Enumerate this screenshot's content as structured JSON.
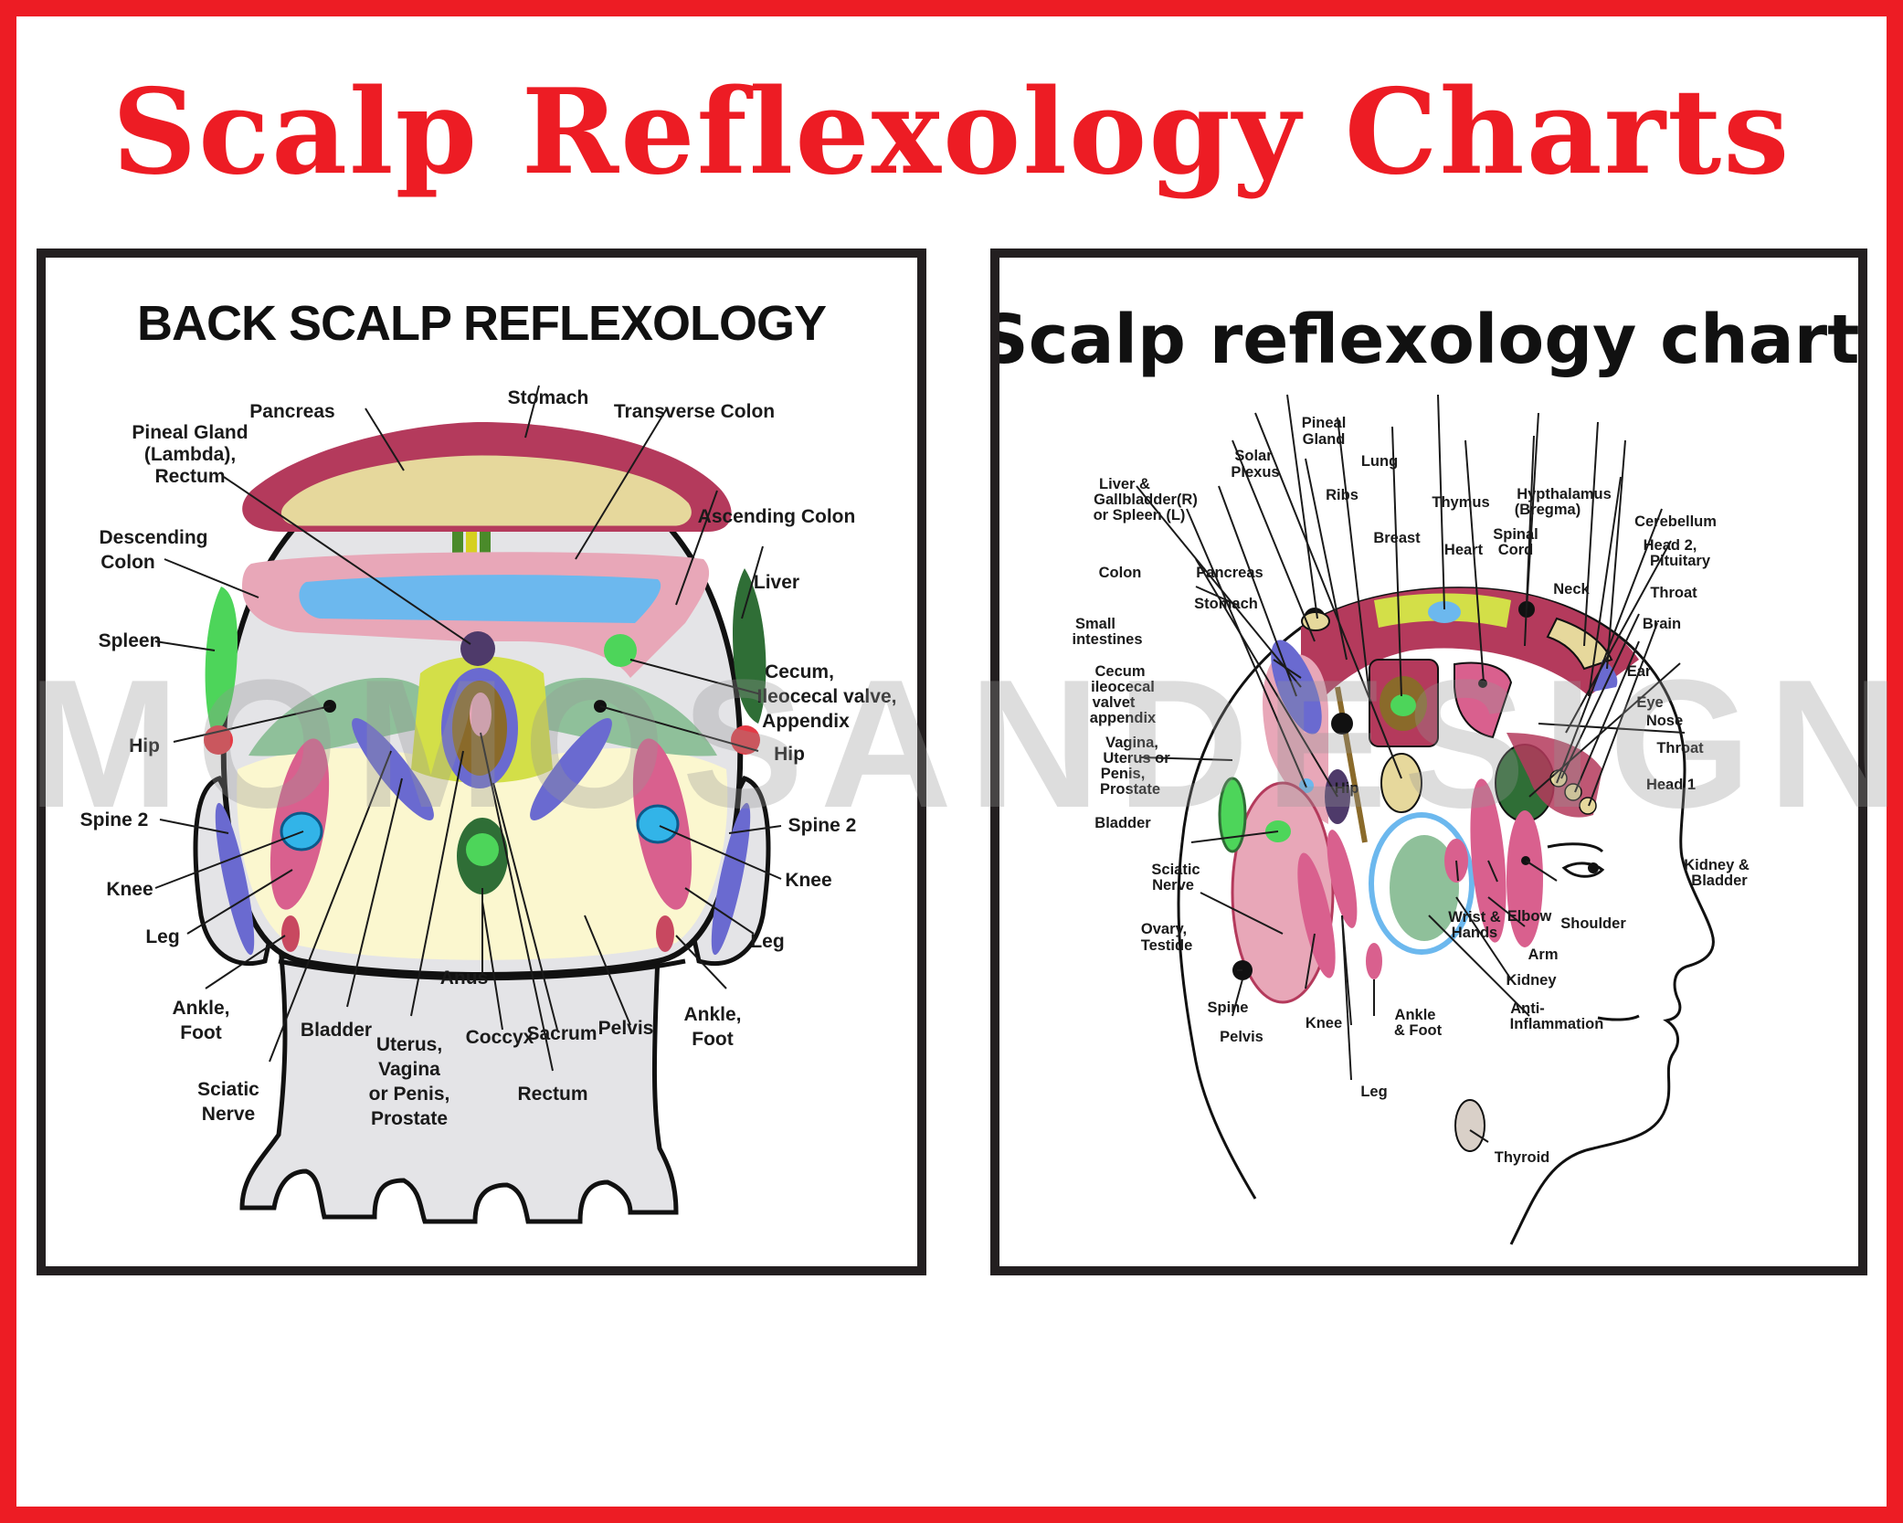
{
  "title": "Scalp Reflexology Charts",
  "watermark": "MOMOSANDESIGNS",
  "left_chart": {
    "title": "BACK SCALP REFLEXOLOGY",
    "labels": {
      "pancreas": "Pancreas",
      "stomach": "Stomach",
      "transverse_colon": "Transverse Colon",
      "pineal_1": "Pineal Gland",
      "pineal_2": "(Lambda),",
      "pineal_3": "Rectum",
      "ascending_colon": "Ascending Colon",
      "descending_1": "Descending",
      "descending_2": "Colon",
      "liver": "Liver",
      "spleen": "Spleen",
      "cecum_1": "Cecum,",
      "cecum_2": "Ileocecal valve,",
      "cecum_3": "Appendix",
      "hip_left": "Hip",
      "hip_right": "Hip",
      "spine2_left": "Spine 2",
      "spine2_right": "Spine 2",
      "knee_left": "Knee",
      "knee_right": "Knee",
      "leg_left": "Leg",
      "leg_right": "Leg",
      "ankle_left_1": "Ankle,",
      "ankle_left_2": "Foot",
      "ankle_right_1": "Ankle,",
      "ankle_right_2": "Foot",
      "anus": "Anus",
      "bladder": "Bladder",
      "uterus_1": "Uterus,",
      "uterus_2": "Vagina",
      "uterus_3": "or Penis,",
      "uterus_4": "Prostate",
      "coccyx": "Coccyx",
      "sacrum": "Sacrum",
      "pelvis": "Pelvis",
      "rectum": "Rectum",
      "sciatic_1": "Sciatic",
      "sciatic_2": "Nerve"
    }
  },
  "right_chart": {
    "title": "Scalp reflexology chart",
    "labels": {
      "pineal_1": "Pineal",
      "pineal_2": "Gland",
      "solar_1": "Solar",
      "solar_2": "Plexus",
      "lung": "Lung",
      "liver_1": "Liver &",
      "liver_2": "Gallbladder(R)",
      "liver_3": "or Spleen (L)",
      "ribs": "Ribs",
      "thymus": "Thymus",
      "hypo_1": "Hypthalamus",
      "hypo_2": "(Bregma)",
      "cerebellum": "Cerebellum",
      "breast": "Breast",
      "heart": "Heart",
      "spinal_1": "Spinal",
      "spinal_2": "Cord",
      "head2_1": "Head 2,",
      "head2_2": "Pituitary",
      "colon": "Colon",
      "pancreas": "Pancreas",
      "neck": "Neck",
      "throat_top": "Throat",
      "stomach": "Stomach",
      "brain": "Brain",
      "small_1": "Small",
      "small_2": "intestines",
      "ear": "Ear",
      "cecum_1": "Cecum",
      "cecum_2": "ileocecal",
      "cecum_3": "valvet",
      "cecum_4": "appendix",
      "eye": "Eye",
      "nose": "Nose",
      "throat_low": "Throat",
      "vagina_1": "Vagina,",
      "vagina_2": "Uterus or",
      "vagina_3": "Penis,",
      "vagina_4": "Prostate",
      "head1": "Head 1",
      "hip": "Hip",
      "bladder": "Bladder",
      "kidney_bladder_1": "Kidney &",
      "kidney_bladder_2": "Bladder",
      "sciatic_1": "Sciatic",
      "sciatic_2": "Nerve",
      "wrist_1": "Wrist &",
      "wrist_2": "Hands",
      "elbow": "Elbow",
      "shoulder": "Shoulder",
      "ovary_1": "Ovary,",
      "ovary_2": "Testide",
      "arm": "Arm",
      "kidney": "Kidney",
      "spine": "Spine",
      "anti_1": "Anti-",
      "anti_2": "Inflammation",
      "pelvis": "Pelvis",
      "knee": "Knee",
      "ankle_1": "Ankle",
      "ankle_2": "& Foot",
      "leg": "Leg",
      "thyroid": "Thyroid"
    }
  },
  "colors": {
    "brand_red": "#ed1c24",
    "frame_dark": "#231f20",
    "maroon": "#b43a5c",
    "khaki": "#e6d89c",
    "pink": "#e8a7b8",
    "sky_blue": "#6cb8ee",
    "green": "#4dd55a",
    "dark_green": "#2f6e36",
    "sage": "#8fc09a",
    "purple_blue": "#6a6ad0",
    "magenta": "#d9608e",
    "cyan": "#32b4e8",
    "pale_yellow": "#fbf7cf",
    "scalp_gray": "#e4e4e7"
  }
}
